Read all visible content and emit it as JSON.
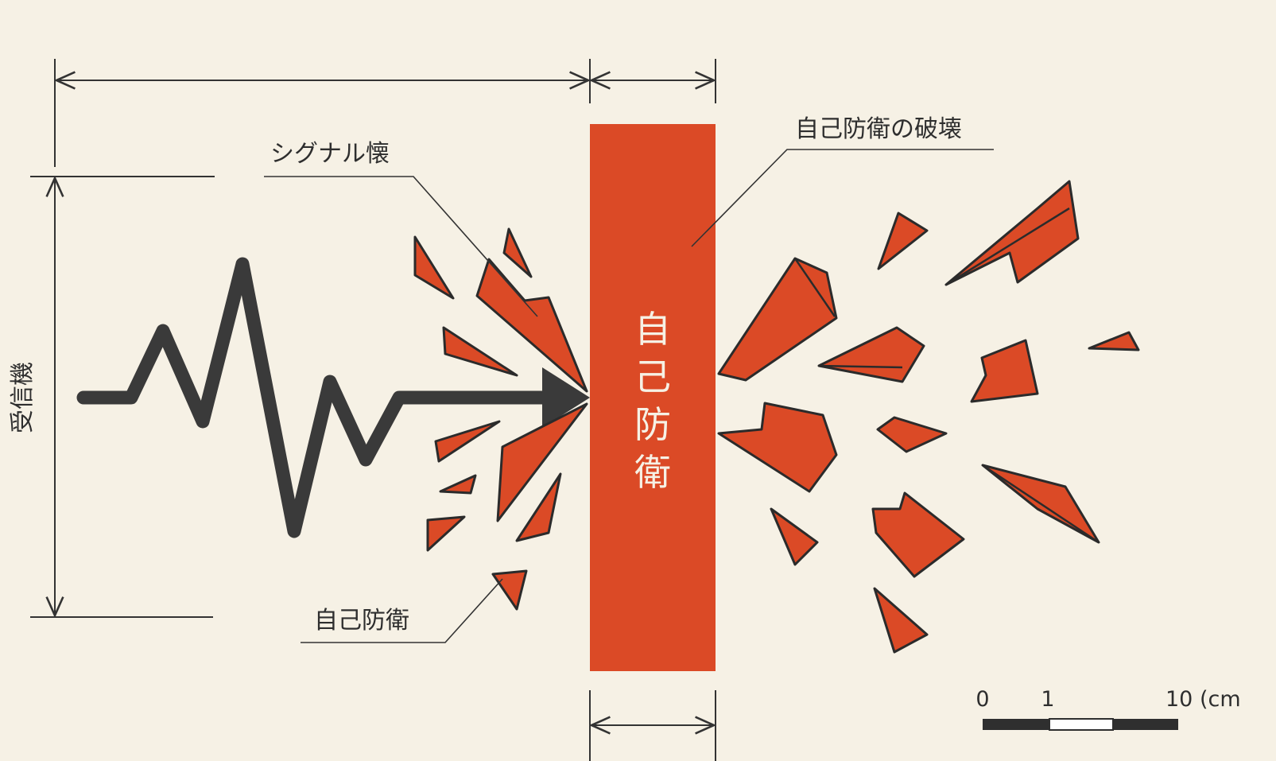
{
  "labels": {
    "signal": "シグナル懐",
    "wall_break": "自己防衛の破壊",
    "wall_text": [
      "自",
      "己",
      "防",
      "衛"
    ],
    "fragment": "自己防衛",
    "receiver": "受信機"
  },
  "scale_bar": {
    "tick_labels": [
      "0",
      "1",
      "10 (cm"
    ]
  },
  "colors": {
    "wall": "#db4a26",
    "shard": "#db4a26",
    "line": "#333333",
    "signal": "#3a3a3a",
    "background": "#f6f1e5"
  }
}
